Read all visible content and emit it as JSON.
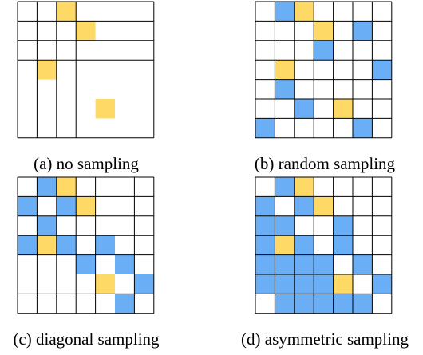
{
  "colors": {
    "yellow": "#FFD966",
    "blue": "#6AAFF5",
    "line": "#000000"
  },
  "panels": [
    {
      "caption": "(a) no sampling",
      "grid_size": 7,
      "cuts": [
        1,
        2,
        3,
        7
      ],
      "yellow": [
        [
          0,
          2
        ],
        [
          1,
          3
        ],
        [
          3,
          1
        ],
        [
          5,
          4
        ]
      ],
      "blue": []
    },
    {
      "caption": "(b) random sampling",
      "grid_size": 7,
      "cuts": [
        1,
        2,
        3,
        4,
        5,
        6,
        7
      ],
      "yellow": [
        [
          0,
          2
        ],
        [
          1,
          3
        ],
        [
          3,
          1
        ],
        [
          5,
          4
        ]
      ],
      "blue": [
        [
          0,
          1
        ],
        [
          1,
          5
        ],
        [
          2,
          3
        ],
        [
          3,
          6
        ],
        [
          4,
          1
        ],
        [
          5,
          2
        ],
        [
          6,
          0
        ],
        [
          6,
          5
        ]
      ]
    },
    {
      "caption": "(c) diagonal sampling",
      "grid_size": 7,
      "cuts": [
        1,
        2,
        3,
        4,
        6,
        7
      ],
      "yellow": [
        [
          0,
          2
        ],
        [
          1,
          3
        ],
        [
          3,
          1
        ],
        [
          5,
          4
        ]
      ],
      "blue": [
        [
          0,
          1
        ],
        [
          1,
          0
        ],
        [
          1,
          2
        ],
        [
          2,
          1
        ],
        [
          3,
          0
        ],
        [
          3,
          2
        ],
        [
          3,
          4
        ],
        [
          4,
          3
        ],
        [
          4,
          5
        ],
        [
          5,
          6
        ],
        [
          6,
          5
        ]
      ]
    },
    {
      "caption": "(d) asymmetric sampling",
      "grid_size": 7,
      "cuts": [
        1,
        2,
        3,
        4,
        5,
        6,
        7
      ],
      "yellow": [
        [
          0,
          2
        ],
        [
          1,
          3
        ],
        [
          3,
          1
        ],
        [
          5,
          4
        ]
      ],
      "blue": [
        [
          0,
          1
        ],
        [
          1,
          0
        ],
        [
          1,
          2
        ],
        [
          2,
          0
        ],
        [
          2,
          1
        ],
        [
          2,
          4
        ],
        [
          3,
          0
        ],
        [
          3,
          2
        ],
        [
          3,
          4
        ],
        [
          4,
          0
        ],
        [
          4,
          1
        ],
        [
          4,
          2
        ],
        [
          4,
          3
        ],
        [
          4,
          5
        ],
        [
          5,
          0
        ],
        [
          5,
          1
        ],
        [
          5,
          2
        ],
        [
          5,
          3
        ],
        [
          5,
          6
        ],
        [
          6,
          1
        ],
        [
          6,
          2
        ],
        [
          6,
          3
        ],
        [
          6,
          4
        ],
        [
          6,
          5
        ]
      ]
    }
  ]
}
